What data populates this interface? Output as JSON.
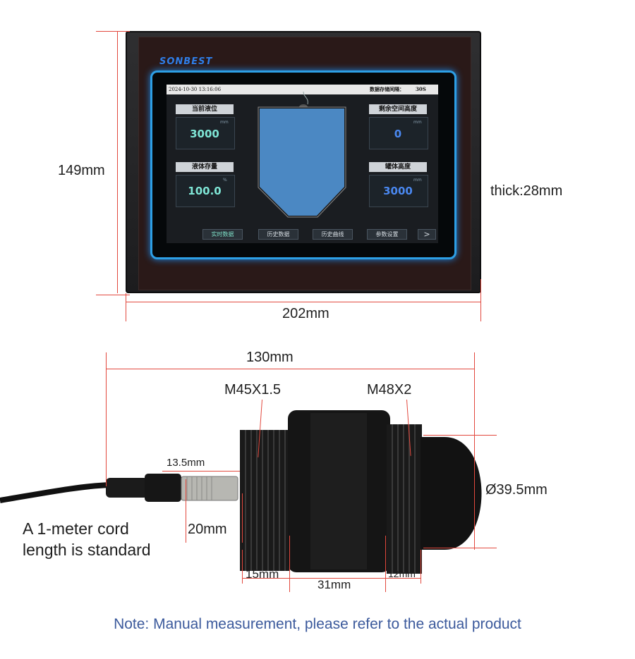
{
  "device": {
    "brand": "SONBEST",
    "screen": {
      "datetime": "2024-10-30 13:16:06",
      "interval_label": "数据存储间隔：",
      "interval_value": "30S",
      "cards": {
        "current_level": {
          "label": "当前液位",
          "value": "3000",
          "unit": "mm"
        },
        "remaining_space": {
          "label": "剩余空间高度",
          "value": "0",
          "unit": "mm"
        },
        "liquid_storage": {
          "label": "液体存量",
          "value": "100.0",
          "unit": "%"
        },
        "tank_height": {
          "label": "罐体高度",
          "value": "3000",
          "unit": "mm"
        }
      },
      "nav": [
        "实时数据",
        "历史数据",
        "历史曲线",
        "参数设置",
        ">"
      ]
    }
  },
  "dimensions": {
    "height": "149mm",
    "width": "202mm",
    "thickness": "thick:28mm"
  },
  "sensor": {
    "total_length": "130mm",
    "thread_left": "M45X1.5",
    "thread_right": "M48X2",
    "connector_diameter": "13.5mm",
    "connector_length": "20mm",
    "cord_note_line1": "A 1-meter cord",
    "cord_note_line2": "length is standard",
    "diameter": "Ø39.5mm",
    "seg_15": "15mm",
    "seg_31": "31mm",
    "seg_12": "12mm"
  },
  "note": "Note: Manual measurement, please refer to the actual product"
}
